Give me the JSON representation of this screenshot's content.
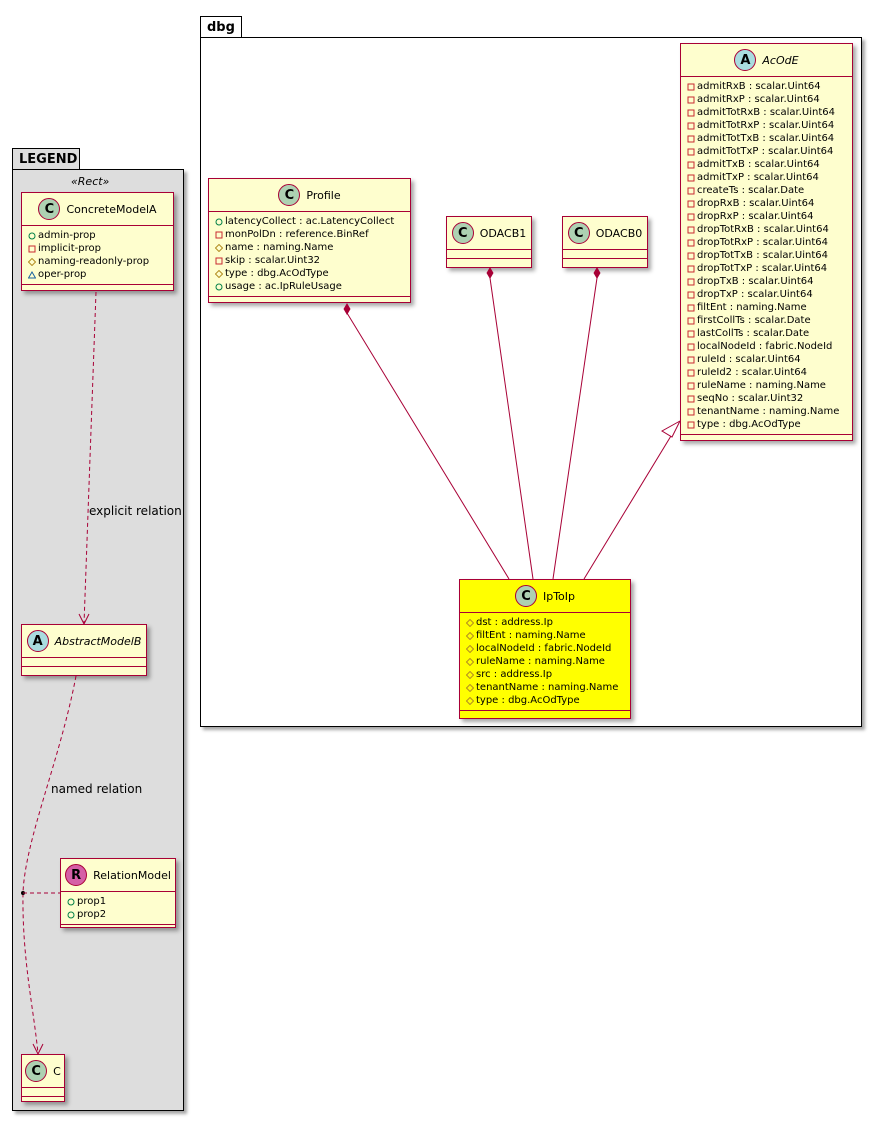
{
  "packages": {
    "dbg": {
      "name": "dbg"
    },
    "legend": {
      "name": "LEGEND",
      "stereotype": "«Rect»"
    }
  },
  "colors": {
    "class_fill": "#FEFECE",
    "class_border": "#A80036",
    "highlight_fill": "#FFFF00",
    "class_badge": "#ADD1B2",
    "abstract_badge": "#A9DCDF",
    "relation_badge": "#D55FA6",
    "legend_background": "#DDDDDD"
  },
  "classes": {
    "profile": {
      "name": "Profile",
      "kind": "C",
      "attributes": [
        {
          "vis": "+",
          "text": "latencyCollect : ac.LatencyCollect"
        },
        {
          "vis": "-",
          "text": "monPolDn : reference.BinRef"
        },
        {
          "vis": "#",
          "text": "name : naming.Name"
        },
        {
          "vis": "-",
          "text": "skip : scalar.Uint32"
        },
        {
          "vis": "#",
          "text": "type : dbg.AcOdType"
        },
        {
          "vis": "+",
          "text": "usage : ac.IpRuleUsage"
        }
      ]
    },
    "odacb1": {
      "name": "ODACB1",
      "kind": "C"
    },
    "odacb0": {
      "name": "ODACB0",
      "kind": "C"
    },
    "acode": {
      "name": "AcOdE",
      "kind": "A",
      "attributes": [
        {
          "vis": "-",
          "text": "admitRxB : scalar.Uint64"
        },
        {
          "vis": "-",
          "text": "admitRxP : scalar.Uint64"
        },
        {
          "vis": "-",
          "text": "admitTotRxB : scalar.Uint64"
        },
        {
          "vis": "-",
          "text": "admitTotRxP : scalar.Uint64"
        },
        {
          "vis": "-",
          "text": "admitTotTxB : scalar.Uint64"
        },
        {
          "vis": "-",
          "text": "admitTotTxP : scalar.Uint64"
        },
        {
          "vis": "-",
          "text": "admitTxB : scalar.Uint64"
        },
        {
          "vis": "-",
          "text": "admitTxP : scalar.Uint64"
        },
        {
          "vis": "-",
          "text": "createTs : scalar.Date"
        },
        {
          "vis": "-",
          "text": "dropRxB : scalar.Uint64"
        },
        {
          "vis": "-",
          "text": "dropRxP : scalar.Uint64"
        },
        {
          "vis": "-",
          "text": "dropTotRxB : scalar.Uint64"
        },
        {
          "vis": "-",
          "text": "dropTotRxP : scalar.Uint64"
        },
        {
          "vis": "-",
          "text": "dropTotTxB : scalar.Uint64"
        },
        {
          "vis": "-",
          "text": "dropTotTxP : scalar.Uint64"
        },
        {
          "vis": "-",
          "text": "dropTxB : scalar.Uint64"
        },
        {
          "vis": "-",
          "text": "dropTxP : scalar.Uint64"
        },
        {
          "vis": "-",
          "text": "filtEnt : naming.Name"
        },
        {
          "vis": "-",
          "text": "firstCollTs : scalar.Date"
        },
        {
          "vis": "-",
          "text": "lastCollTs : scalar.Date"
        },
        {
          "vis": "-",
          "text": "localNodeId : fabric.NodeId"
        },
        {
          "vis": "-",
          "text": "ruleId : scalar.Uint64"
        },
        {
          "vis": "-",
          "text": "ruleId2 : scalar.Uint64"
        },
        {
          "vis": "-",
          "text": "ruleName : naming.Name"
        },
        {
          "vis": "-",
          "text": "seqNo : scalar.Uint32"
        },
        {
          "vis": "-",
          "text": "tenantName : naming.Name"
        },
        {
          "vis": "-",
          "text": "type : dbg.AcOdType"
        }
      ]
    },
    "iptoip": {
      "name": "IpToIp",
      "kind": "C",
      "attributes": [
        {
          "vis": "#",
          "text": "dst : address.Ip"
        },
        {
          "vis": "#",
          "text": "filtEnt : naming.Name"
        },
        {
          "vis": "#",
          "text": "localNodeId : fabric.NodeId"
        },
        {
          "vis": "#",
          "text": "ruleName : naming.Name"
        },
        {
          "vis": "#",
          "text": "src : address.Ip"
        },
        {
          "vis": "#",
          "text": "tenantName : naming.Name"
        },
        {
          "vis": "#",
          "text": "type : dbg.AcOdType"
        }
      ]
    },
    "concretea": {
      "name": "ConcreteModelA",
      "kind": "C",
      "attributes": [
        {
          "vis": "+",
          "text": "admin-prop"
        },
        {
          "vis": "-",
          "text": "implicit-prop"
        },
        {
          "vis": "#",
          "text": "naming-readonly-prop"
        },
        {
          "vis": "~",
          "text": "oper-prop"
        }
      ]
    },
    "abstractb": {
      "name": "AbstractModelB",
      "kind": "A"
    },
    "relationmodel": {
      "name": "RelationModel",
      "kind": "R",
      "attributes": [
        {
          "vis": "+",
          "text": "prop1"
        },
        {
          "vis": "+",
          "text": "prop2"
        }
      ]
    },
    "c": {
      "name": "C",
      "kind": "C"
    }
  },
  "relations": {
    "explicit_label": "explicit relation",
    "named_label": "named relation"
  }
}
